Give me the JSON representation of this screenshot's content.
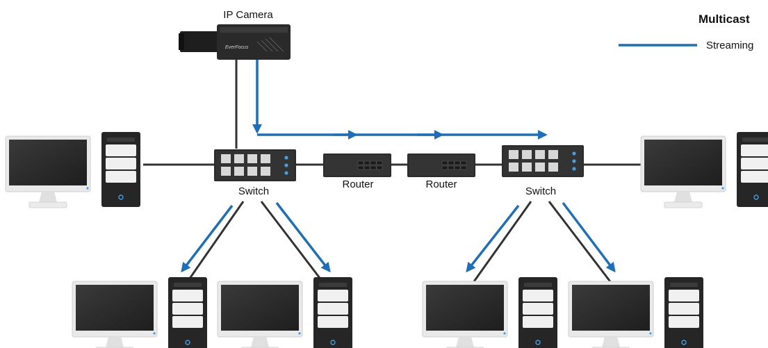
{
  "diagram": {
    "title": "Multicast",
    "legend": {
      "streaming_label": "Streaming"
    },
    "camera": {
      "label": "IP Camera",
      "brand": "EverFocus"
    },
    "switch_left": {
      "label": "Switch"
    },
    "router_left": {
      "label": "Router"
    },
    "router_right": {
      "label": "Router"
    },
    "switch_right": {
      "label": "Switch"
    }
  },
  "colors": {
    "stream": "#1b6fbd",
    "cable": "#333333",
    "device_dark": "#2a2a2a",
    "port": "#d8d8d8",
    "led": "#3fa0e6"
  }
}
